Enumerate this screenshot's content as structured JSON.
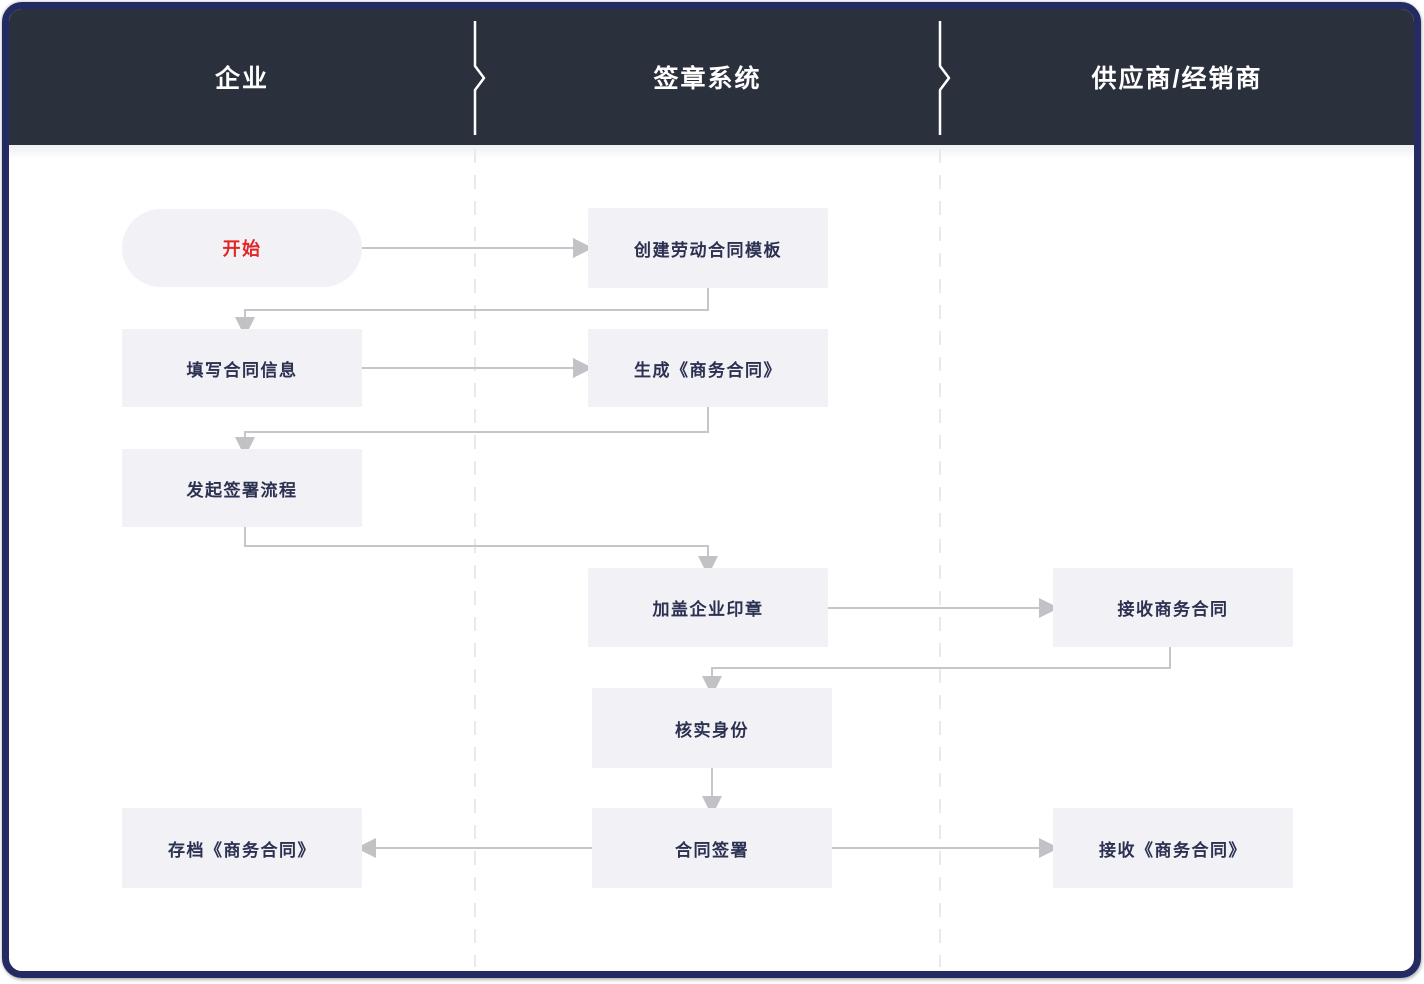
{
  "lanes": [
    {
      "label": "企业"
    },
    {
      "label": "签章系统"
    },
    {
      "label": "供应商/经销商"
    }
  ],
  "nodes": {
    "start": {
      "label": "开始",
      "type": "start"
    },
    "create_template": {
      "label": "创建劳动合同模板",
      "type": "process"
    },
    "fill_info": {
      "label": "填写合同信息",
      "type": "process"
    },
    "generate_contract": {
      "label": "生成《商务合同》",
      "type": "process"
    },
    "initiate_sign": {
      "label": "发起签署流程",
      "type": "process"
    },
    "stamp_seal": {
      "label": "加盖企业印章",
      "type": "process"
    },
    "receive_contract": {
      "label": "接收商务合同",
      "type": "process"
    },
    "verify_identity": {
      "label": "核实身份",
      "type": "process"
    },
    "sign_contract": {
      "label": "合同签署",
      "type": "process"
    },
    "archive_contract": {
      "label": "存档《商务合同》",
      "type": "process"
    },
    "receive_biz": {
      "label": "接收《商务合同》",
      "type": "process"
    }
  },
  "edges": [
    {
      "from": "start",
      "to": "create_template"
    },
    {
      "from": "create_template",
      "to": "fill_info"
    },
    {
      "from": "fill_info",
      "to": "generate_contract"
    },
    {
      "from": "generate_contract",
      "to": "initiate_sign"
    },
    {
      "from": "initiate_sign",
      "to": "stamp_seal"
    },
    {
      "from": "stamp_seal",
      "to": "receive_contract"
    },
    {
      "from": "receive_contract",
      "to": "verify_identity"
    },
    {
      "from": "verify_identity",
      "to": "sign_contract"
    },
    {
      "from": "sign_contract",
      "to": "archive_contract"
    },
    {
      "from": "sign_contract",
      "to": "receive_biz"
    }
  ],
  "colors": {
    "frame_border": "#242b62",
    "header_bg": "#2b303d",
    "header_text": "#ffffff",
    "node_bg": "#f1f1f6",
    "node_text": "#2b3150",
    "start_text": "#e32525",
    "connector": "#c6c6ca",
    "lane_divider_dashed": "#e9e9ed"
  }
}
